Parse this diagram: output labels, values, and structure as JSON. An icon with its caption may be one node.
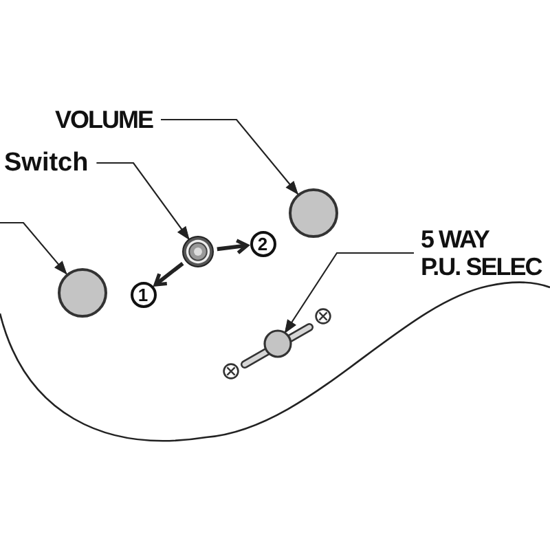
{
  "diagram": {
    "nodes": [
      {
        "text": [
          "VOLUME"
        ]
      },
      {
        "text": [
          "Switch"
        ]
      },
      {
        "text": [],
        "shape": "circle"
      },
      {
        "text": [],
        "shape": "circle"
      },
      {
        "text": [
          "2"
        ]
      },
      {
        "text": [
          "5 WAY P.U. SELEC"
        ]
      },
      {
        "text": [],
        "shape": "circle"
      },
      {
        "text": [
          "1"
        ]
      },
      {
        "text": [],
        "shape": "circle"
      }
    ],
    "edges": [
      {
        "from": 0,
        "to": 2,
        "arrow": "to"
      },
      {
        "from": 1,
        "to": 3,
        "arrow": "to"
      },
      {
        "from": 5,
        "to": 8,
        "arrow": "to"
      },
      {
        "from": null,
        "to": 6,
        "arrow": "to"
      },
      {
        "from": 3,
        "to": 7,
        "arrow": "to",
        "style": "thick"
      },
      {
        "from": 3,
        "to": 4,
        "arrow": "to",
        "style": "thick"
      }
    ]
  }
}
